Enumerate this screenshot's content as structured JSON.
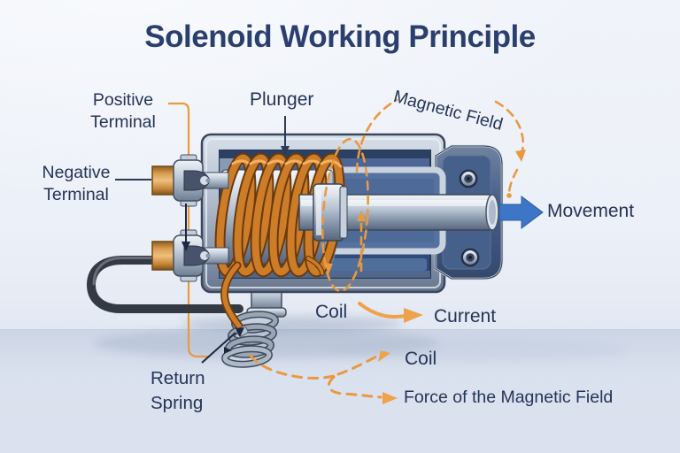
{
  "title": "Solenoid Working Principle",
  "labels": {
    "positive_terminal": "Positive Terminal",
    "negative_terminal": "Negative Terminal",
    "plunger": "Plunger",
    "magnetic_field": "Magnetic Field",
    "movement": "Movement",
    "coil": "Coil",
    "current": "Current",
    "coil_secondary": "Coil",
    "force_of_the_magnetic_field": "Force of the Magnetic Field",
    "return_spring": "Return Spring"
  },
  "colors": {
    "title_text": "#2b3f6e",
    "label_text": "#243458",
    "annotation_orange": "#e9993f",
    "coil_copper": "#cd7d28",
    "terminal_brass": "#d79c4e",
    "housing_metal": "#aeb9c9",
    "housing_interior": "#3a5484",
    "movement_arrow_blue": "#3d76c6",
    "cable_black": "#3a404a",
    "background_top": "#eff2f9",
    "background_bottom": "#dde3ef"
  }
}
